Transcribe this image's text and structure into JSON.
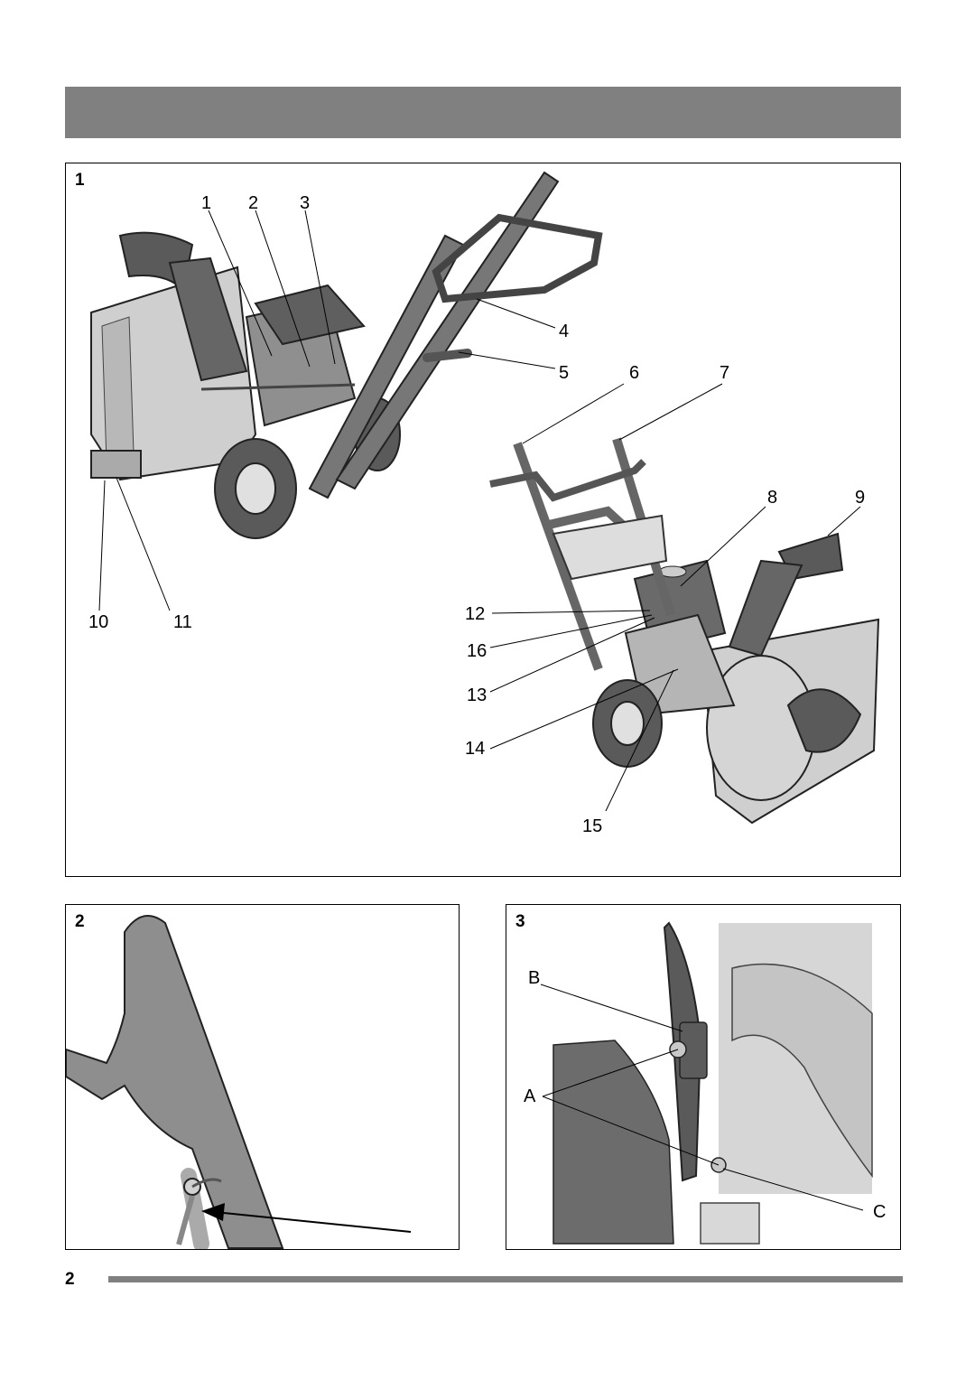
{
  "figure1": {
    "number": "1",
    "callouts": [
      "1",
      "2",
      "3",
      "4",
      "5",
      "6",
      "7",
      "8",
      "9",
      "10",
      "11",
      "12",
      "13",
      "14",
      "15",
      "16"
    ]
  },
  "figure2": {
    "number": "2"
  },
  "figure3": {
    "number": "3",
    "callouts": [
      "A",
      "B",
      "C"
    ]
  },
  "footer": {
    "page_number": "2"
  },
  "colors": {
    "header_bar": "#808080",
    "footer_bar": "#808080",
    "machine_dark": "#5a5a5a",
    "machine_light": "#cfcfcf"
  }
}
